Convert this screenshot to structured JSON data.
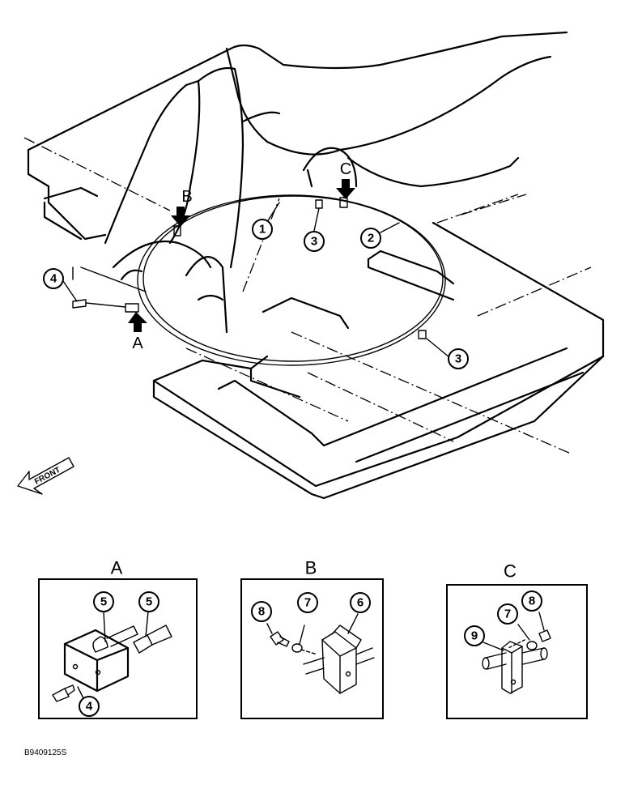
{
  "view_labels": {
    "a": "A",
    "b": "B",
    "c": "C"
  },
  "front_label": "FRONT",
  "callouts": {
    "c1": "1",
    "c2": "2",
    "c3a": "3",
    "c3b": "3",
    "c4": "4",
    "a5a": "5",
    "a5b": "5",
    "a4": "4",
    "b8": "8",
    "b7": "7",
    "b6": "6",
    "c7": "7",
    "c8": "8",
    "c9": "9"
  },
  "details": {
    "a_title": "A",
    "b_title": "B",
    "c_title": "C"
  },
  "figure_id": "B9409125S"
}
